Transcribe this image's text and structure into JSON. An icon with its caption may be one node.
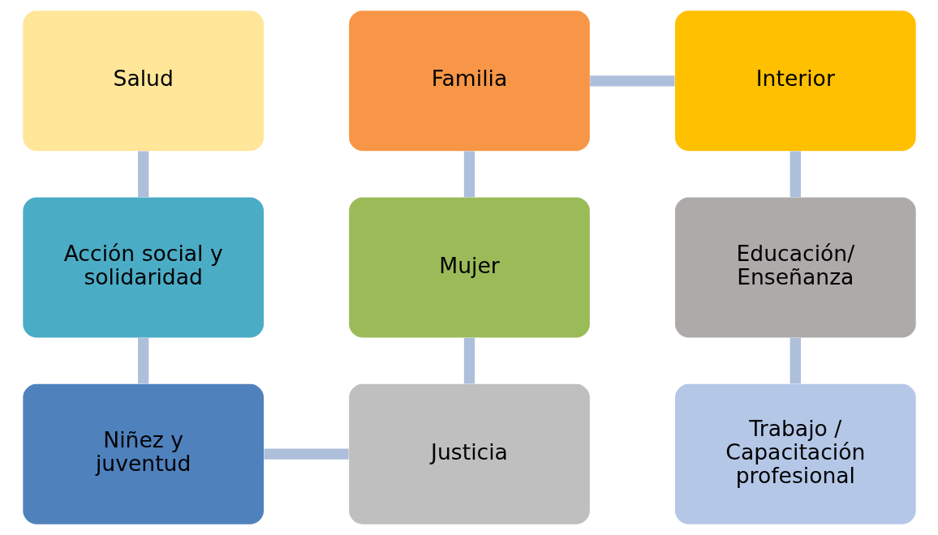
{
  "diagram": {
    "nodes": [
      {
        "text": [
          "Salud"
        ]
      },
      {
        "text": [
          "Acción social y solidaridad"
        ]
      },
      {
        "text": [
          "Niñez y juventud"
        ]
      },
      {
        "text": [
          "Justicia"
        ]
      },
      {
        "text": [
          "Mujer"
        ]
      },
      {
        "text": [
          "Familia"
        ]
      },
      {
        "text": [
          "Interior"
        ]
      },
      {
        "text": [
          "Educación/ Enseñanza"
        ]
      },
      {
        "text": [
          "Trabajo / Capacitación profesional"
        ]
      }
    ],
    "edges": [
      {
        "from": 0,
        "to": 1,
        "arrow": "none"
      },
      {
        "from": 1,
        "to": 2,
        "arrow": "none"
      },
      {
        "from": 2,
        "to": 3,
        "arrow": "none"
      },
      {
        "from": 4,
        "to": 3,
        "arrow": "none"
      },
      {
        "from": 5,
        "to": 4,
        "arrow": "none"
      },
      {
        "from": 5,
        "to": 6,
        "arrow": "none"
      },
      {
        "from": 6,
        "to": 7,
        "arrow": "none"
      },
      {
        "from": 7,
        "to": 8,
        "arrow": "none"
      }
    ]
  }
}
